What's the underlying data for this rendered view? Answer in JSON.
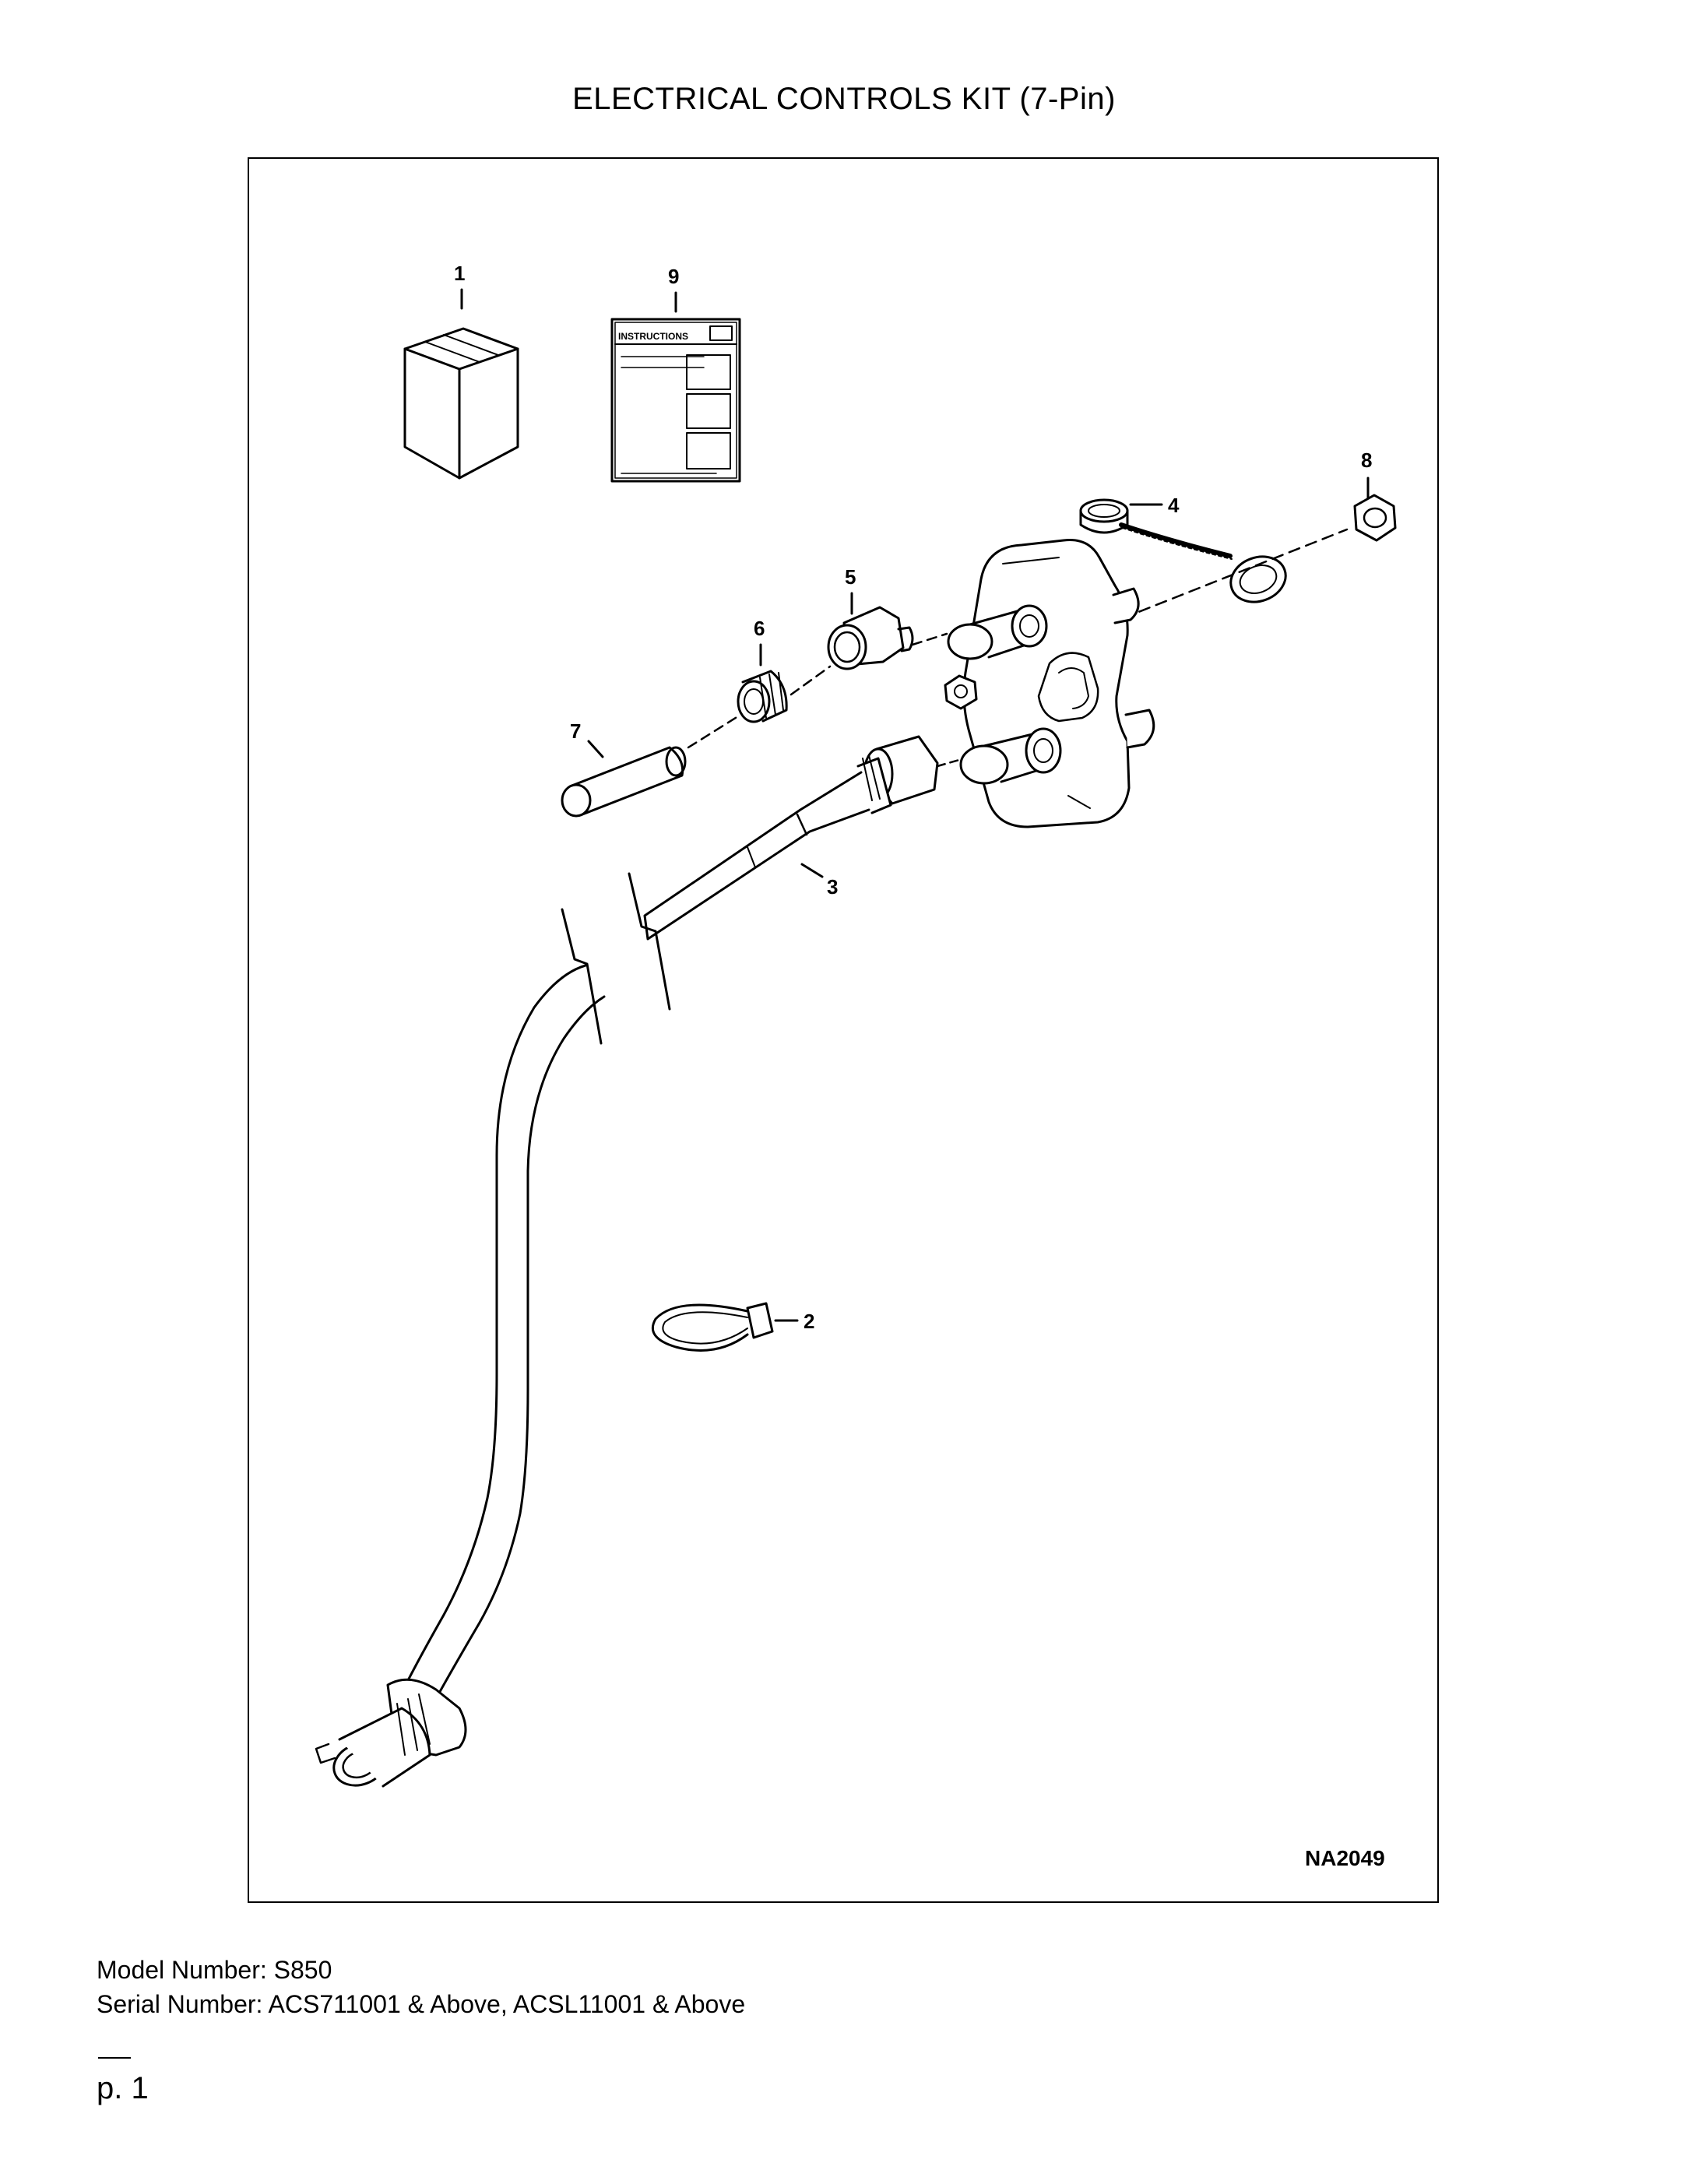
{
  "page": {
    "title": "ELECTRICAL CONTROLS KIT (7-Pin)",
    "model_line": "Model Number: S850",
    "serial_line": "Serial Number: ACS711001 & Above, ACSL11001 & Above",
    "page_number": "p. 1"
  },
  "diagram": {
    "figure_id": "NA2049",
    "instructions_label": "INSTRUCTIONS",
    "callouts": [
      "1",
      "2",
      "3",
      "4",
      "5",
      "6",
      "7",
      "8",
      "9"
    ],
    "icons": [
      "box-icon",
      "instructions-sheet-icon",
      "cable-tie-icon",
      "harness-cable-icon",
      "connector-plug-icon",
      "dust-cap-icon",
      "hex-nut-icon",
      "bulkhead-fitting-icon",
      "grommet-icon",
      "sleeve-icon",
      "mounting-bracket-icon",
      "break-line-icon"
    ]
  }
}
